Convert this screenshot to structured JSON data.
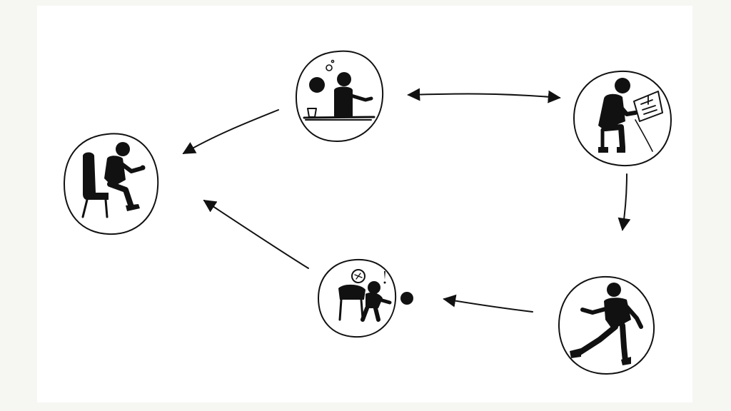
{
  "diagram": {
    "nodes": [
      {
        "id": "seated-reaching",
        "icon": "person-seated-chair-icon"
      },
      {
        "id": "desk-thinking",
        "icon": "person-at-desk-thought-icon"
      },
      {
        "id": "writing",
        "icon": "person-writing-paper-icon"
      },
      {
        "id": "running",
        "icon": "person-running-icon"
      },
      {
        "id": "surprised-pair",
        "icon": "two-people-surprised-icon"
      }
    ],
    "edges": [
      {
        "from": "desk-thinking",
        "to": "seated-reaching",
        "direction": "forward"
      },
      {
        "from": "desk-thinking",
        "to": "writing",
        "direction": "both"
      },
      {
        "from": "writing",
        "to": "running",
        "direction": "forward"
      },
      {
        "from": "running",
        "to": "surprised-pair",
        "direction": "forward"
      },
      {
        "from": "surprised-pair",
        "to": "seated-reaching",
        "direction": "forward"
      }
    ],
    "colors": {
      "ink": "#111111",
      "paper": "#ffffff",
      "background": "#f6f6f3"
    }
  }
}
